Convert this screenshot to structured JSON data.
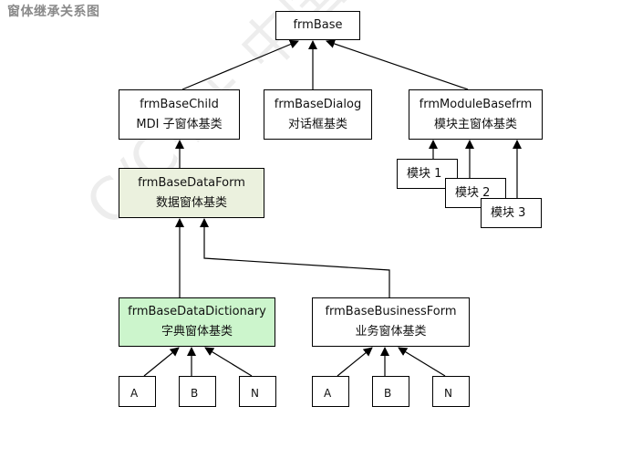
{
  "title": "窗体继承关系图",
  "watermark": "C/C++ 中国网 - www.csdn.net",
  "colors": {
    "form_fill": "#ebf1de",
    "dict_fill": "#ccf5cc",
    "line": "#000000"
  },
  "nodes": {
    "frmBase": {
      "line1": "frmBase"
    },
    "frmBaseChild": {
      "line1": "frmBaseChild",
      "line2": "MDI 子窗体基类"
    },
    "frmBaseDialog": {
      "line1": "frmBaseDialog",
      "line2": "对话框基类"
    },
    "frmModuleBasefrm": {
      "line1": "frmModuleBasefrm",
      "line2": "模块主窗体基类"
    },
    "module1": {
      "line1": "模块 1"
    },
    "module2": {
      "line1": "模块 2"
    },
    "module3": {
      "line1": "模块 3"
    },
    "frmBaseDataForm": {
      "line1": "frmBaseDataForm",
      "line2": "数据窗体基类"
    },
    "frmBaseDataDictionary": {
      "line1": "frmBaseDataDictionary",
      "line2": "字典窗体基类"
    },
    "frmBaseBusinessForm": {
      "line1": "frmBaseBusinessForm",
      "line2": "业务窗体基类"
    },
    "dictA": {
      "line1": "A"
    },
    "dictB": {
      "line1": "B"
    },
    "dictN": {
      "line1": "N"
    },
    "bizA": {
      "line1": "A"
    },
    "bizB": {
      "line1": "B"
    },
    "bizN": {
      "line1": "N"
    }
  },
  "edges": [
    {
      "from": "frmBaseChild",
      "to": "frmBase"
    },
    {
      "from": "frmBaseDialog",
      "to": "frmBase"
    },
    {
      "from": "frmModuleBasefrm",
      "to": "frmBase"
    },
    {
      "from": "module1",
      "to": "frmModuleBasefrm"
    },
    {
      "from": "module2",
      "to": "frmModuleBasefrm"
    },
    {
      "from": "module3",
      "to": "frmModuleBasefrm"
    },
    {
      "from": "frmBaseDataForm",
      "to": "frmBaseChild"
    },
    {
      "from": "frmBaseDataDictionary",
      "to": "frmBaseDataForm"
    },
    {
      "from": "frmBaseBusinessForm",
      "to": "frmBaseDataForm"
    },
    {
      "from": "dictA",
      "to": "frmBaseDataDictionary"
    },
    {
      "from": "dictB",
      "to": "frmBaseDataDictionary"
    },
    {
      "from": "dictN",
      "to": "frmBaseDataDictionary"
    },
    {
      "from": "bizA",
      "to": "frmBaseBusinessForm"
    },
    {
      "from": "bizB",
      "to": "frmBaseBusinessForm"
    },
    {
      "from": "bizN",
      "to": "frmBaseBusinessForm"
    }
  ]
}
